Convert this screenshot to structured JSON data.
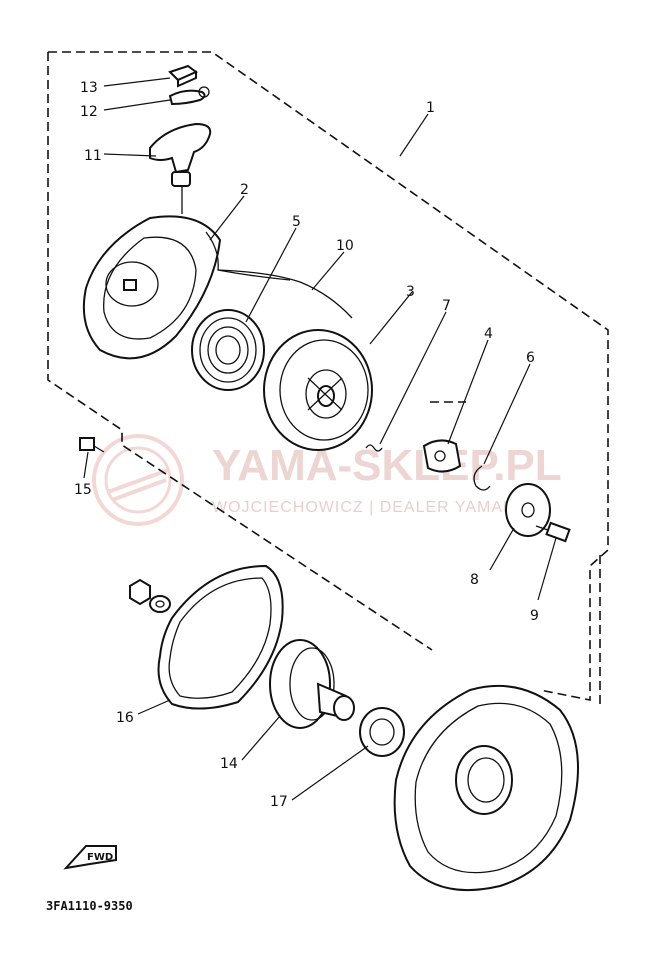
{
  "watermark": {
    "title": "YAMA-SKLEP.PL",
    "subtitle": "WOJCIECHOWICZ | DEALER YAMAHA"
  },
  "fwd_label": "FWD",
  "diagram_code": "3FA1110-9350",
  "callouts": {
    "c1": "1",
    "c2": "2",
    "c3": "3",
    "c4": "4",
    "c5": "5",
    "c6": "6",
    "c7": "7",
    "c8": "8",
    "c9": "9",
    "c10": "10",
    "c11": "11",
    "c12": "12",
    "c13": "13",
    "c14": "14",
    "c15": "15",
    "c16": "16",
    "c17": "17"
  }
}
